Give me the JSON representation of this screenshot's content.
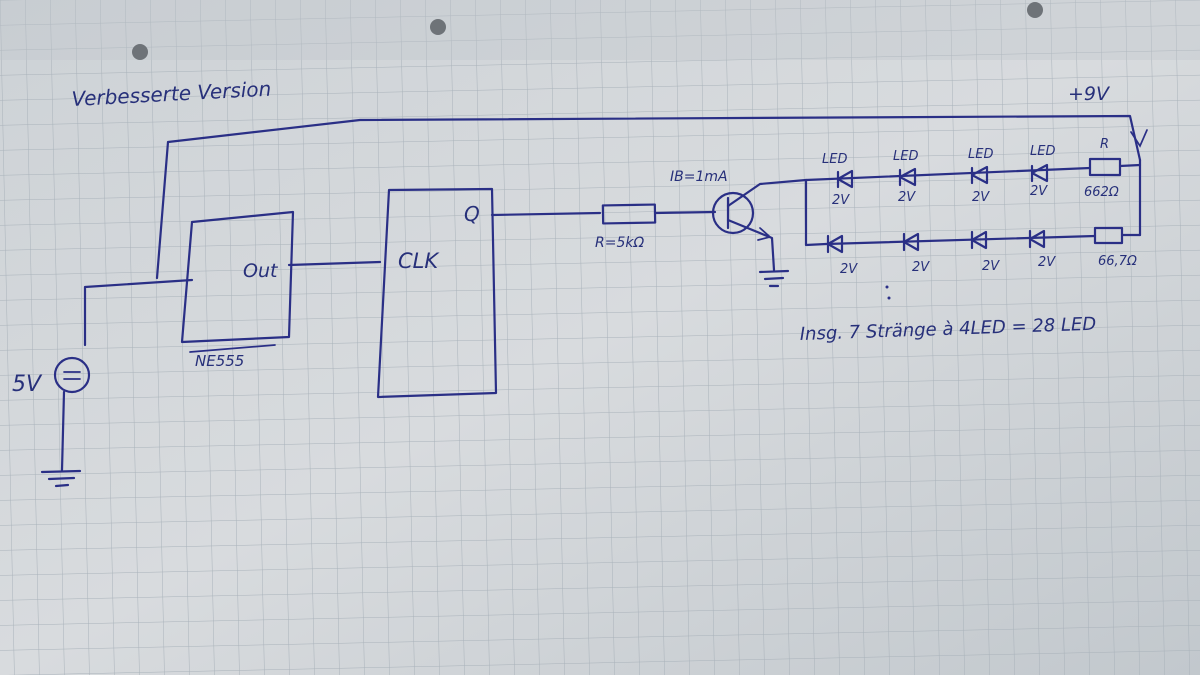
{
  "title": "Verbesserte Version",
  "supply_top": "+9V",
  "source_label": "5V",
  "chip_timer": {
    "label": "NE555",
    "pin_out": "Out"
  },
  "chip_counter": {
    "pin_clk": "CLK",
    "pin_q": "Q"
  },
  "base_resistor": "R=5kΩ",
  "base_current": "IB=1mA",
  "row1": {
    "led_labels": [
      "LED",
      "LED",
      "LED",
      "LED"
    ],
    "voltages": [
      "2V",
      "2V",
      "2V",
      "2V"
    ],
    "resistor_label": "R",
    "resistor_value": "662Ω"
  },
  "row2": {
    "voltages": [
      "2V",
      "2V",
      "2V",
      "2V"
    ],
    "resistor_value": "66,7Ω"
  },
  "note": "Insg. 7 Stränge à 4LED = 28 LED",
  "colors": {
    "paper": "#d3d7db",
    "grid": "#aab3bb",
    "ink": "#2a2f86"
  }
}
